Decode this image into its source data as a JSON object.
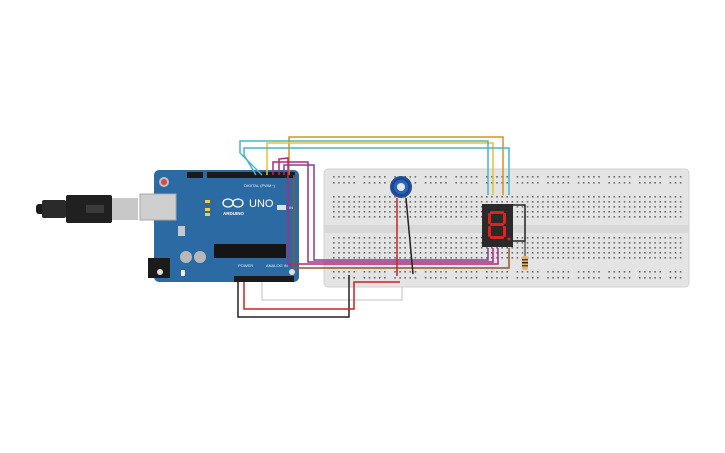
{
  "circuit": {
    "arduino": {
      "logo_text": "UNO",
      "brand_text": "ARDUINO",
      "digital_header_label": "DIGITAL (PWM~)",
      "power_label": "POWER",
      "analog_label": "ANALOG IN",
      "on_label": "ON"
    },
    "display": {
      "digit": "8."
    },
    "colors": {
      "board": "#2c6aa4",
      "breadboard": "#e4e4e4",
      "wire_orange": "#d9921e",
      "wire_yellow": "#e6c233",
      "wire_cyan": "#4ab5c8",
      "wire_magenta": "#b0287a",
      "wire_purple": "#8a3a9a",
      "wire_brown": "#8a5a2a",
      "wire_red": "#cc2222",
      "wire_black": "#222222",
      "display_body": "#2a2a2a",
      "segment_on": "#dd2222",
      "potentiometer": "#1f4e9a"
    }
  }
}
